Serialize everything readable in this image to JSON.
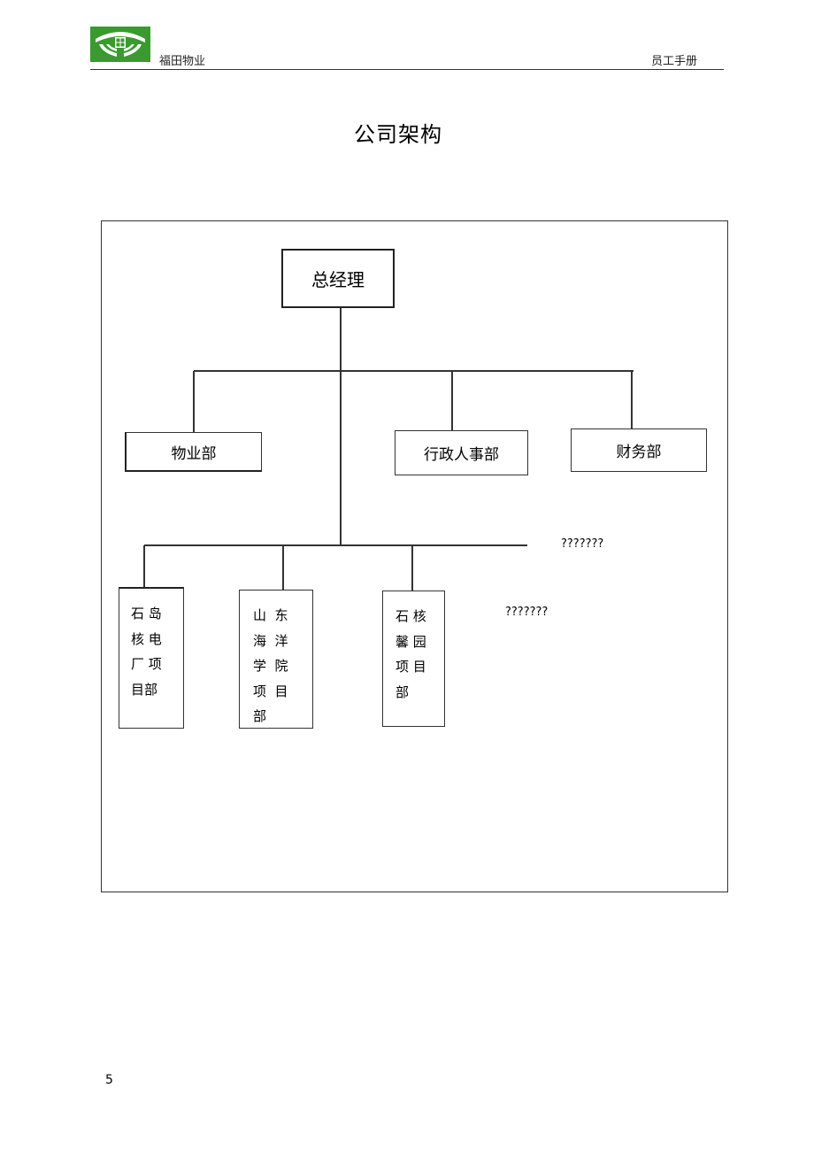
{
  "header": {
    "company": "福田物业",
    "doc_title": "员工手册",
    "logo_icon": "fukuda-logo-icon",
    "logo_color": "#3a9a2f"
  },
  "page_title": "公司架构",
  "org_chart": {
    "root": "总经理",
    "departments": [
      "物业部",
      "行政人事部",
      "财务部"
    ],
    "projects": [
      {
        "lines": [
          "石 岛",
          "核 电",
          "厂 项",
          "目部"
        ]
      },
      {
        "lines": [
          "山  东",
          "海  洋",
          "学  院",
          "项  目",
          "部"
        ]
      },
      {
        "lines": [
          "石 核",
          "馨 园",
          "项 目",
          "部"
        ]
      }
    ],
    "unknown_labels": [
      "???????",
      "???????"
    ]
  },
  "page_number": "5"
}
